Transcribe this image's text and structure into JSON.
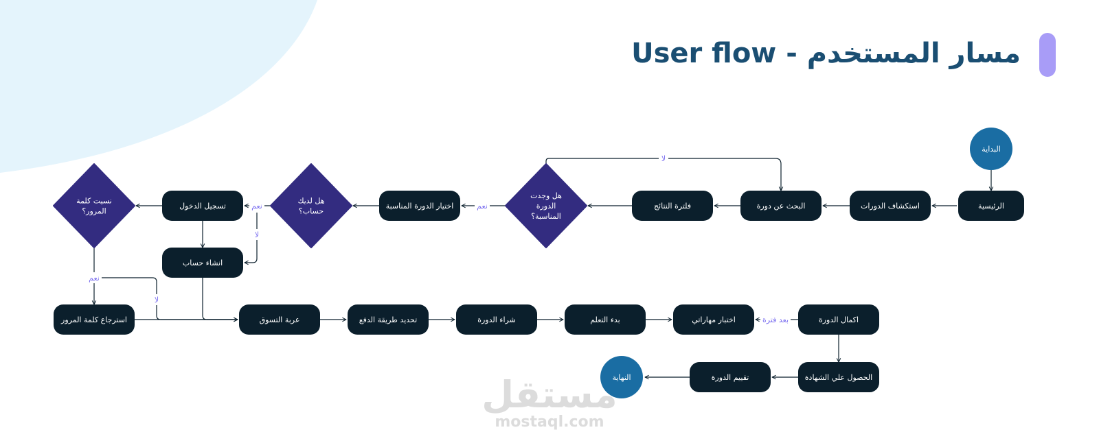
{
  "title": "مسار المستخدم - User flow",
  "watermark": {
    "arabic": "مستقل",
    "latin": "mostaql.com"
  },
  "colors": {
    "title": "#1a4e72",
    "accent_bar": "#a89cf7",
    "process_fill": "#0b1f2c",
    "decision_fill": "#332c80",
    "terminal_fill": "#1a6da3",
    "edge_label": "#7b6ff0",
    "arrow": "#0b1f2c",
    "bg_blob": "#e4f4fc"
  },
  "nodes": {
    "start": "البداية",
    "home": "الرئيسية",
    "explore": "استكشاف الدورات",
    "search": "البحث عن دورة",
    "filter": "فلترة النتائج",
    "found": "هل وجدت الدورة المناسبة؟",
    "choose": "اختيار الدورة المناسبة",
    "has_account": "هل لديك حساب؟",
    "login": "تسجيل الدخول",
    "forgot": "نسيت كلمة المرور؟",
    "create": "انشاء حساب",
    "recover": "استرجاع كلمة المرور",
    "cart": "عربة التسوق",
    "payment": "تحديد طريقة الدفع",
    "buy": "شراء الدورة",
    "learn": "بدء التعلم",
    "test": "اختبار مهاراتي",
    "complete": "اكمال الدورة",
    "certificate": "الحصول علي الشهادة",
    "rate": "تقييم الدورة",
    "end": "النهاية"
  },
  "edge_labels": {
    "no_search": "لا",
    "yes_found": "نعم",
    "yes_account": "نعم",
    "no_account": "لا",
    "yes_forgot": "نعم",
    "no_forgot": "لا",
    "after_while": "بعد فترة"
  }
}
